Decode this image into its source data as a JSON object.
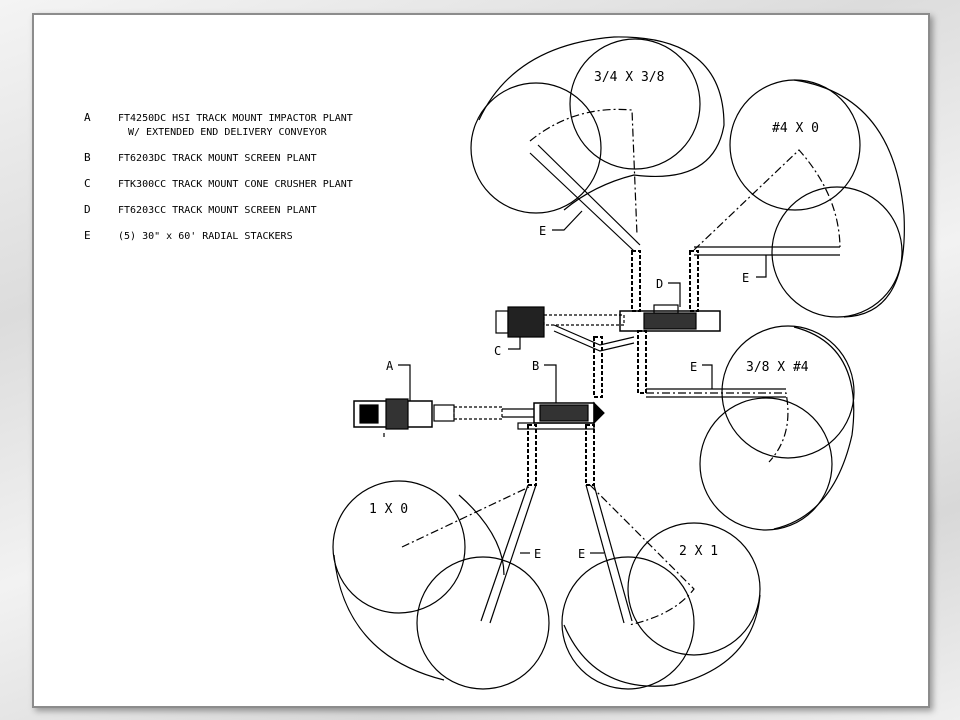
{
  "legend": [
    {
      "letter": "A",
      "line1": "FT4250DC HSI TRACK MOUNT IMPACTOR PLANT",
      "line2": "W/ EXTENDED END DELIVERY CONVEYOR"
    },
    {
      "letter": "B",
      "line1": "FT6203DC TRACK MOUNT SCREEN PLANT",
      "line2": ""
    },
    {
      "letter": "C",
      "line1": "FTK300CC TRACK MOUNT CONE CRUSHER PLANT",
      "line2": ""
    },
    {
      "letter": "D",
      "line1": "FT6203CC TRACK MOUNT SCREEN PLANT",
      "line2": ""
    },
    {
      "letter": "E",
      "line1": "(5) 30\" x 60' RADIAL STACKERS",
      "line2": ""
    }
  ],
  "pile_labels": {
    "top": "3/4 X 3/8",
    "upper_right": "#4 X 0",
    "right": "3/8 X #4",
    "bottom_left": "1 X 0",
    "bottom_right": "2 X 1"
  },
  "callouts": {
    "a": "A",
    "b": "B",
    "c": "C",
    "d": "D",
    "e": "E"
  }
}
